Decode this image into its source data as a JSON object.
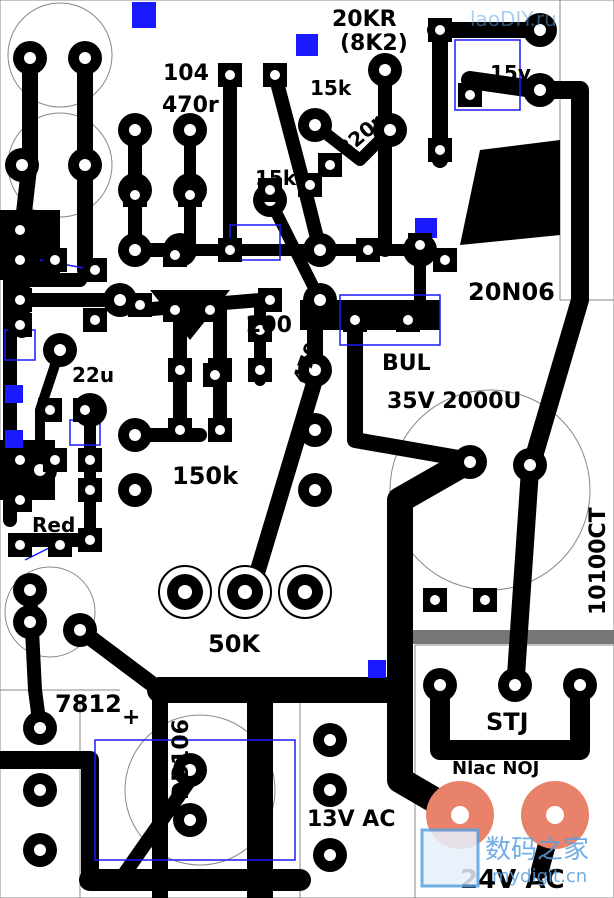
{
  "labels": {
    "r20k": "20KR",
    "r8k2": "(8K2)",
    "c104": "104",
    "r470": "470r",
    "r15k_a": "15k",
    "r820": "820r",
    "r15k_b": "15k",
    "v15": "15v",
    "mos": "20N06",
    "r200": "200",
    "r470b": "470r",
    "bul": "BUL",
    "cap": "35V 2000U",
    "c22u": "22u",
    "r150k": "150k",
    "red": "Red",
    "pot": "50K",
    "diode": "10100CT",
    "reg": "7812",
    "bridge": "DB106",
    "ac13": "13V AC",
    "stj": "STJ",
    "nic": "Nlac  NOJ",
    "ac24": "24V AC",
    "plus": "+"
  },
  "watermarks": {
    "top": "laoDIY.ru",
    "bottom_cn": "数码之家",
    "bottom_url": "mydigit.cn"
  },
  "colors": {
    "copper": "#000000",
    "outline": "#1a1aff",
    "silk": "#000000",
    "pad_hole": "#ffffff",
    "accent_pad": "#e8826a"
  }
}
